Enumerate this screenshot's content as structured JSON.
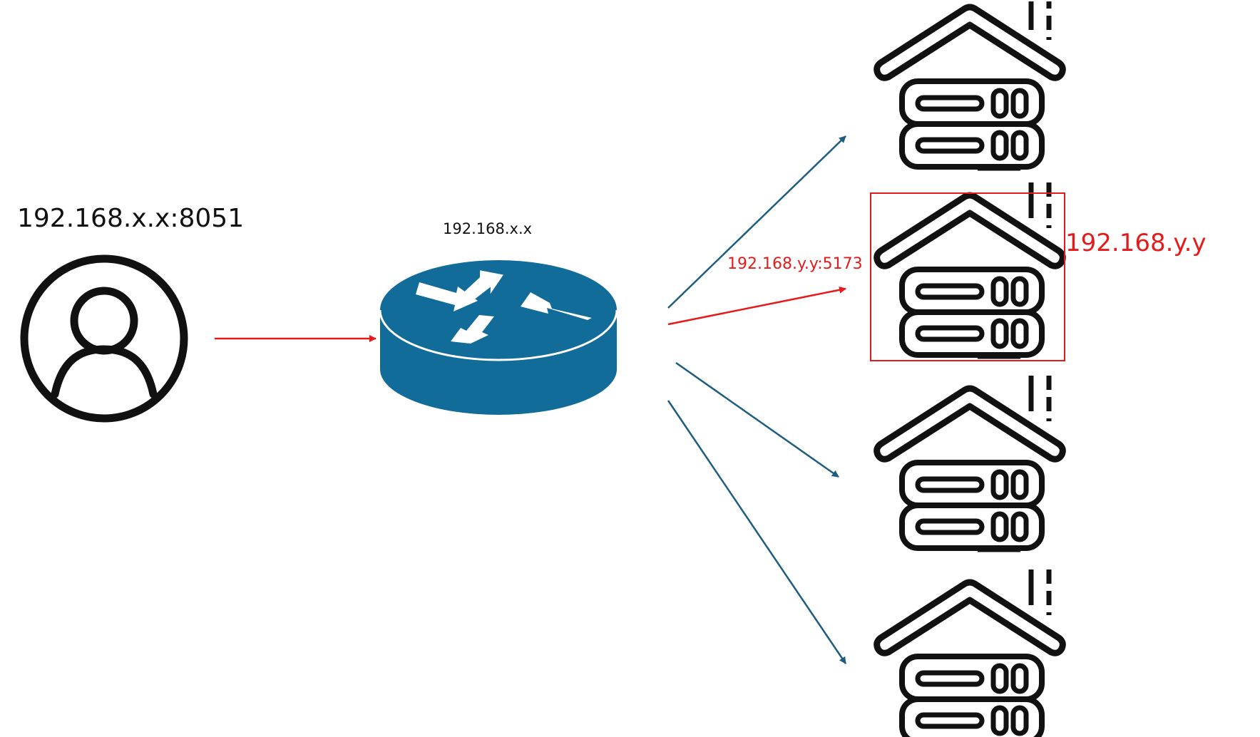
{
  "labels": {
    "client": "192.168.x.x:8051",
    "router": "192.168.x.x",
    "link": "192.168.y.y:5173",
    "server": "192.168.y.y"
  },
  "nodes": {
    "client_icon": "user-circle-icon",
    "router_icon": "router-icon",
    "server_icon": "house-server-icon"
  },
  "colors": {
    "highlight": "#e51b1b",
    "link": "#1d5d80",
    "router": "#116c9a",
    "icon": "#111111"
  }
}
